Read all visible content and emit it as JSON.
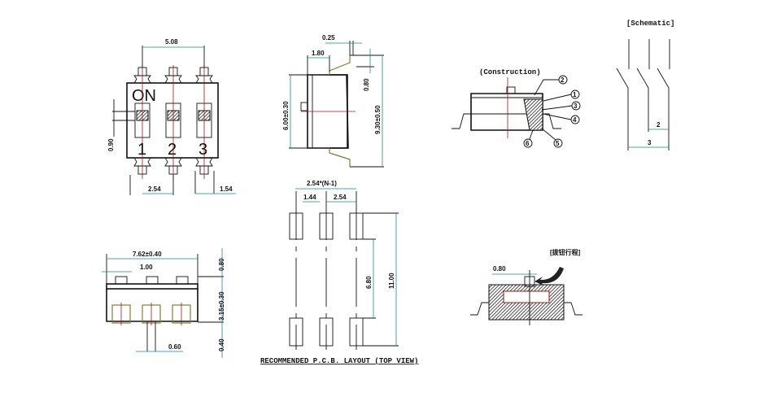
{
  "top_view": {
    "on_label": "ON",
    "switch_numbers": [
      "1",
      "2",
      "3"
    ],
    "dims": {
      "pitch_total": "5.08",
      "window": "0.90",
      "pitch": "2.54",
      "pin_width": "1.54"
    }
  },
  "side_view": {
    "dims": {
      "lead_thickness": "0.25",
      "lead_offset": "1.80",
      "body_height": "6.00±0.30",
      "overall_height": "9.30±0.50",
      "lead_length": "0.80"
    }
  },
  "pcb_layout": {
    "title": "RECOMMENDED P.C.B. LAYOUT (TOP VIEW)",
    "dims": {
      "span": "2.54*(N-1)",
      "pad_width": "1.44",
      "pitch": "2.54",
      "inner": "6.80",
      "outer": "11.00"
    }
  },
  "front_view": {
    "dims": {
      "width": "7.62±0.40",
      "actuator": "1.00",
      "actuator_height": "0.80",
      "body_height": "3.15±0.30",
      "standoff": "0.40",
      "lead_width": "0.60"
    }
  },
  "construction": {
    "title": "(Construction)",
    "callouts": [
      "1",
      "2",
      "3",
      "4",
      "5",
      "6"
    ]
  },
  "schematic": {
    "title": "[Schematic]",
    "dims": {
      "inner": "2",
      "outer": "3"
    }
  },
  "travel_view": {
    "title": "[拨钮行程]",
    "dims": {
      "travel": "0.80"
    }
  }
}
